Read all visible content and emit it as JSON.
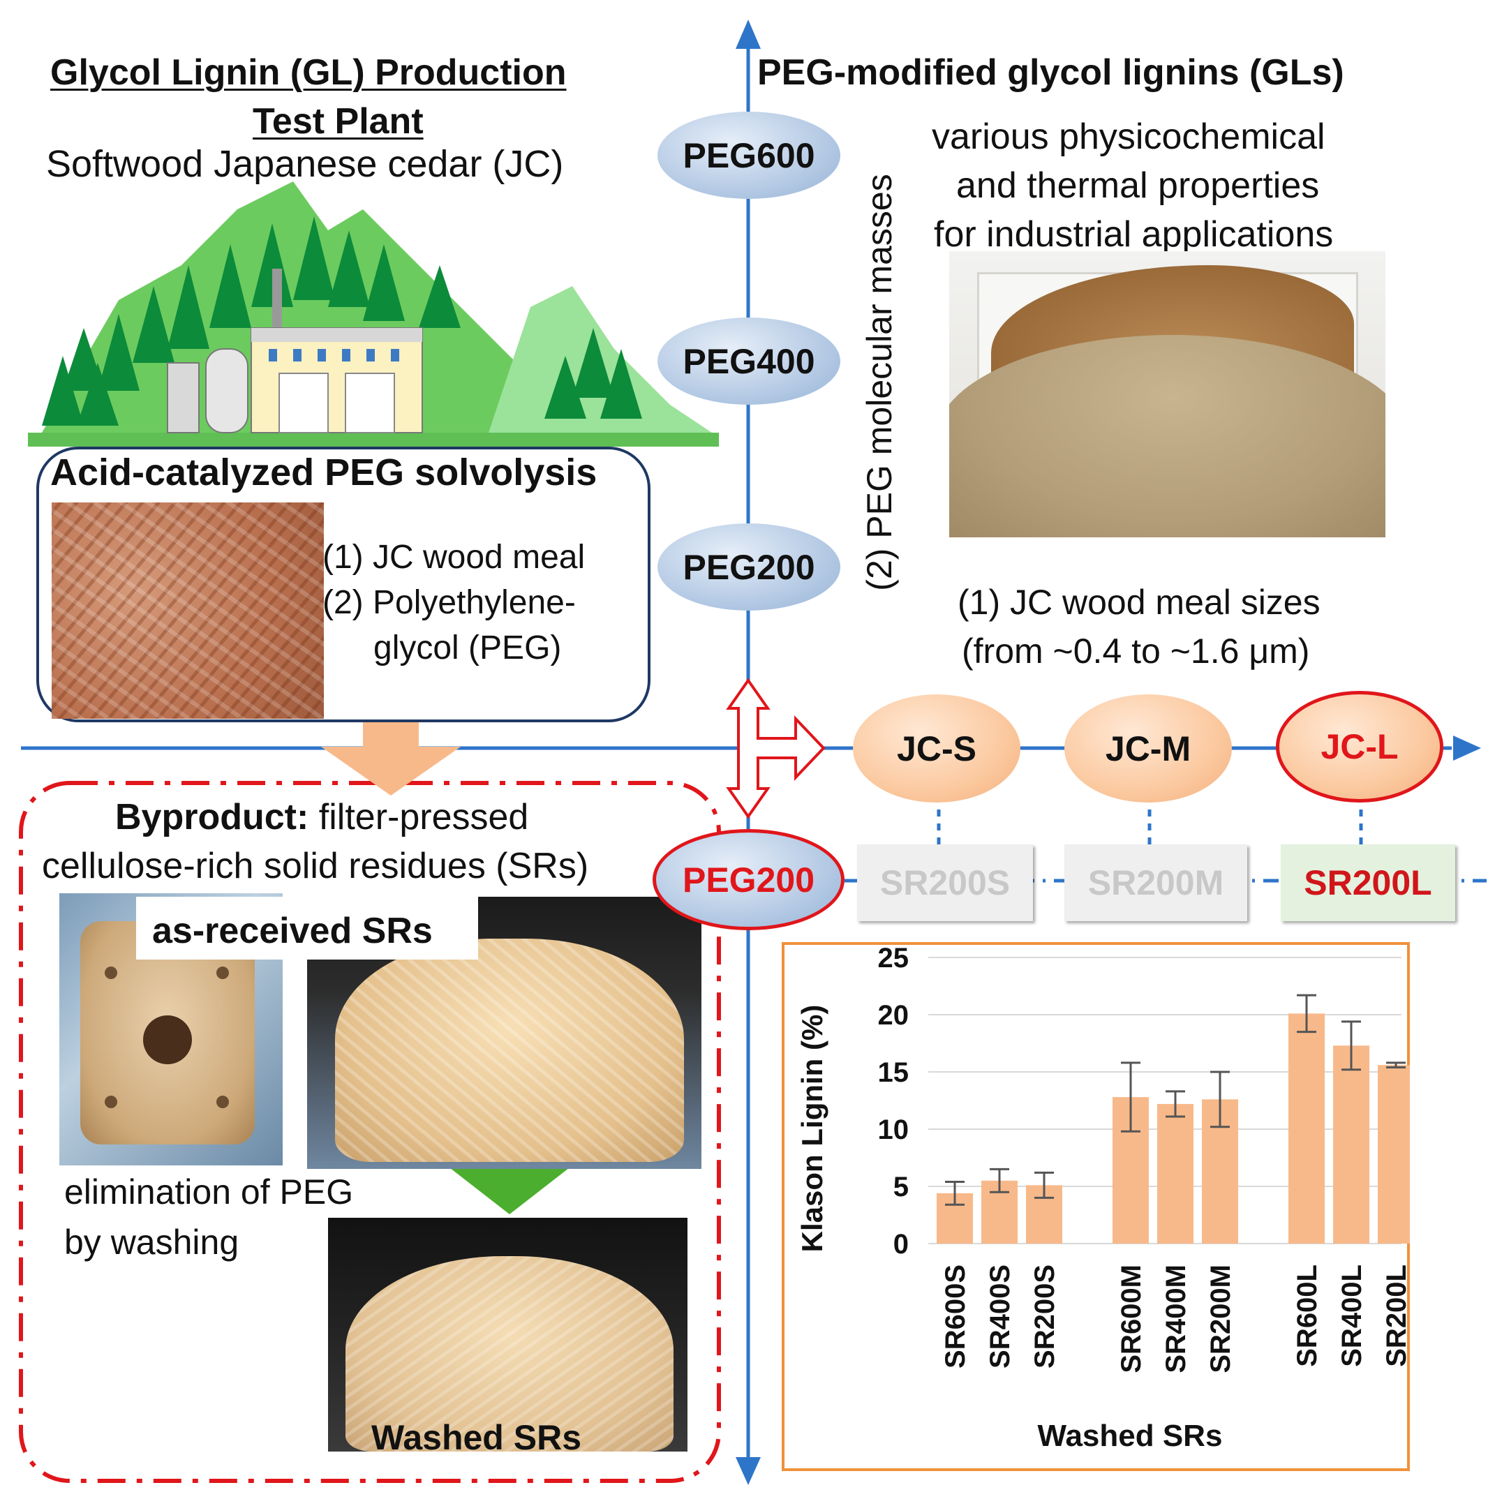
{
  "left_top": {
    "title_line1": "Glycol Lignin (GL) Production",
    "title_line2": "Test Plant",
    "subtitle": "Softwood Japanese cedar (JC)"
  },
  "solvolysis": {
    "title": "Acid-catalyzed PEG solvolysis",
    "item1": "(1) JC wood meal",
    "item2_line1": "(2) Polyethylene-",
    "item2_line2": "glycol (PEG)"
  },
  "byproduct": {
    "label_bold": "Byproduct:",
    "label_rest": " filter-pressed",
    "line2": "cellulose-rich solid residues (SRs)",
    "as_received": "as-received SRs",
    "elim_line1": "elimination of PEG",
    "elim_line2": "by washing",
    "washed": "Washed SRs"
  },
  "right_top": {
    "title": "PEG-modified glycol  lignins (GLs)",
    "desc_line1": "various physicochemical",
    "desc_line2": "and thermal properties",
    "desc_line3": "for industrial applications"
  },
  "axes": {
    "y_label": "(2) PEG molecular masses",
    "x_label_line1": "(1) JC wood meal sizes",
    "x_label_line2": "(from ~0.4 to ~1.6 μm)"
  },
  "peg_nodes": [
    "PEG600",
    "PEG400",
    "PEG200"
  ],
  "peg_selected": "PEG200",
  "jc_nodes": [
    "JC-S",
    "JC-M",
    "JC-L"
  ],
  "sr_nodes": [
    "SR200S",
    "SR200M",
    "SR200L"
  ],
  "colors": {
    "axis_blue": "#2e75c9",
    "highlight_red": "#e0161b",
    "bar_orange": "#f8b98a",
    "chart_border": "#f0913b",
    "sr_gray_text": "#c8c8c8",
    "sr_green_bg": "#e3f1de"
  },
  "chart_data": {
    "type": "bar",
    "categories": [
      "SR600S",
      "SR400S",
      "SR200S",
      "SR600M",
      "SR400M",
      "SR200M",
      "SR600L",
      "SR400L",
      "SR200L"
    ],
    "groups": [
      [
        0,
        1,
        2
      ],
      [
        3,
        4,
        5
      ],
      [
        6,
        7,
        8
      ]
    ],
    "values": [
      4.4,
      5.5,
      5.1,
      12.8,
      12.2,
      12.6,
      20.1,
      17.3,
      15.6
    ],
    "errors": [
      1.0,
      1.0,
      1.1,
      3.0,
      1.1,
      2.4,
      1.6,
      2.1,
      0.2
    ],
    "ylabel": "Klason Lignin (%)",
    "xlabel": "Washed SRs",
    "ylim": [
      0,
      25
    ],
    "yticks": [
      "0",
      "5",
      "10",
      "15",
      "20",
      "25"
    ],
    "grid": true
  }
}
